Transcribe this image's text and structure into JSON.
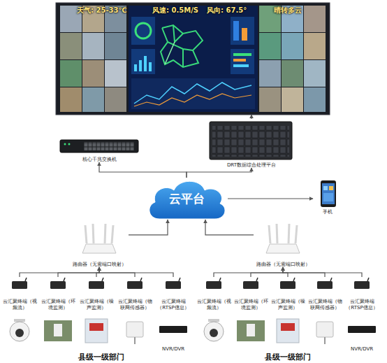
{
  "diagram": {
    "nodes": [
      {
        "text": [
          "天气: 25-33℃",
          "风速: 0.5M/S",
          "风向: 67.5°",
          "晴转多云"
        ]
      },
      {
        "text": [
          "核心千兆交换机"
        ]
      },
      {
        "text": [
          "DRT数据综合处理平台"
        ]
      },
      {
        "text": [
          "云平台"
        ]
      },
      {
        "text": [
          "手机"
        ]
      },
      {
        "text": [
          "路由器（无需端口映射）"
        ]
      },
      {
        "text": [
          "路由器（无需端口映射）"
        ]
      },
      {
        "text": [
          "云汇聚终端（视频流）"
        ]
      },
      {
        "text": [
          "云汇聚终端（环境监测）"
        ]
      },
      {
        "text": [
          "云汇聚终端（噪声监测）"
        ]
      },
      {
        "text": [
          "云汇聚终端（物联网传感器）"
        ]
      },
      {
        "text": [
          "云汇聚终端（RTSP信息）"
        ]
      },
      {
        "text": [
          "云汇聚终端（视频流）"
        ]
      },
      {
        "text": [
          "云汇聚终端（环境监测）"
        ]
      },
      {
        "text": [
          "云汇聚终端（噪声监测）"
        ]
      },
      {
        "text": [
          "云汇聚终端（物联网传感器）"
        ]
      },
      {
        "text": [
          "云汇聚终端（RTSP信息）"
        ]
      },
      {
        "text": [
          "NVR/DVR"
        ]
      },
      {
        "text": [
          "NVR/DVR"
        ]
      }
    ],
    "edges": [
      {
        "from": 3,
        "to": 1,
        "arrow": "to"
      },
      {
        "from": 3,
        "to": 2,
        "arrow": "to"
      },
      {
        "from": 2,
        "to": 0,
        "arrow": "to"
      },
      {
        "from": 3,
        "to": 4,
        "arrow": "to"
      },
      {
        "from": 5,
        "to": 3,
        "arrow": "to"
      },
      {
        "from": 6,
        "to": 3,
        "arrow": "to"
      },
      {
        "from": 7,
        "to": 5,
        "arrow": "to"
      },
      {
        "from": 8,
        "to": 5,
        "arrow": "to"
      },
      {
        "from": 9,
        "to": 5,
        "arrow": "to"
      },
      {
        "from": 10,
        "to": 5,
        "arrow": "to"
      },
      {
        "from": 11,
        "to": 5,
        "arrow": "to"
      },
      {
        "from": 12,
        "to": 6,
        "arrow": "to"
      },
      {
        "from": 13,
        "to": 6,
        "arrow": "to"
      },
      {
        "from": 14,
        "to": 6,
        "arrow": "to"
      },
      {
        "from": 15,
        "to": 6,
        "arrow": "to"
      },
      {
        "from": 16,
        "to": 6,
        "arrow": "to"
      }
    ],
    "labels": [
      "县级一级部门",
      "县级一级部门"
    ]
  }
}
